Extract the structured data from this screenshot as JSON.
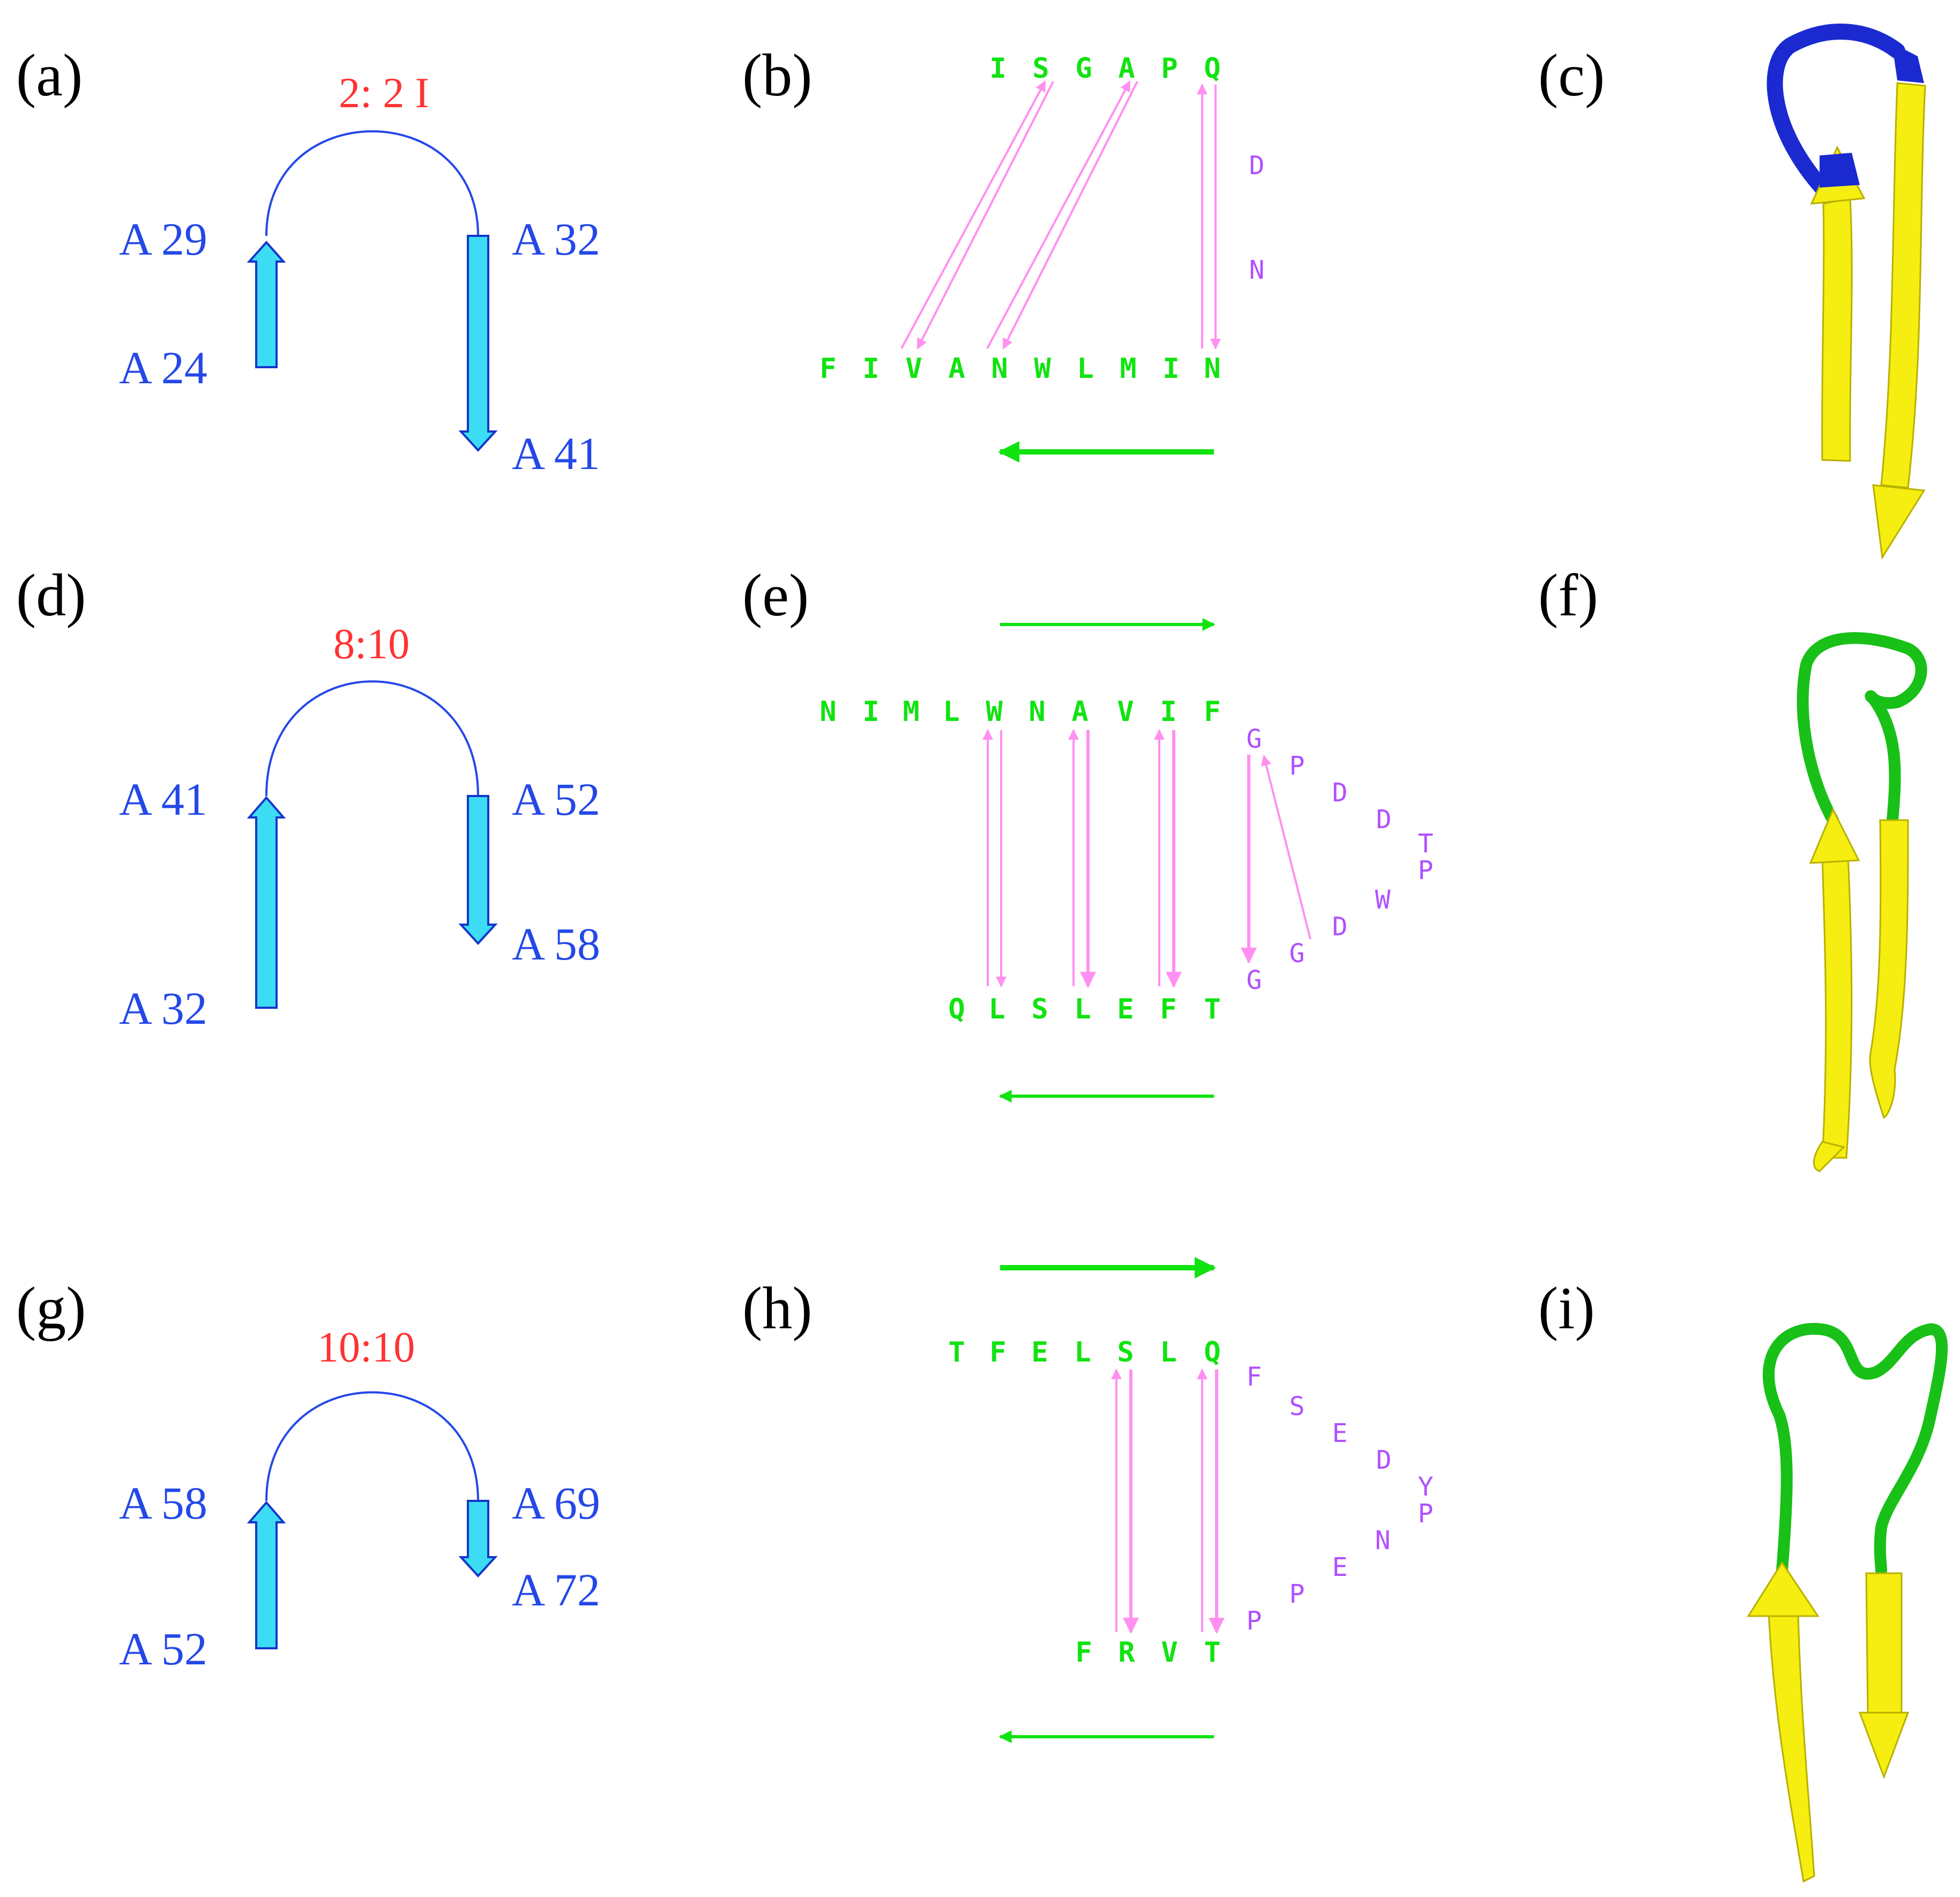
{
  "colors": {
    "strand": "#3cdcf5",
    "strand_stroke": "#1436c8",
    "arc": "#2448e8",
    "residue_label": "#2448e8",
    "ratio": "#ff3333",
    "sequence": "#11e311",
    "loop_residue": "#b050ff",
    "hbond": "#ff90f0",
    "direction_arrow": "#11e311",
    "ribbon": "#f5ee10",
    "turn_blue": "#1a2ad0",
    "turn_green": "#18c018"
  },
  "panels": [
    {
      "labels": {
        "topo": "(a)",
        "seq": "(b)",
        "cartoon": "(c)"
      },
      "topology": {
        "ratio": "2: 2  I",
        "left_top": "A 29",
        "left_bottom": "A 24",
        "right_top": "A 32",
        "right_bottom": "A 41"
      },
      "sequence": {
        "top": [
          "I",
          "S",
          "G",
          "A",
          "P",
          "Q"
        ],
        "bottom": [
          "F",
          "I",
          "V",
          "A",
          "N",
          "W",
          "L",
          "M",
          "I",
          "N"
        ],
        "loop": [
          "D",
          "N"
        ]
      },
      "cartoon": {
        "turn_color": "turn_blue"
      }
    },
    {
      "labels": {
        "topo": "(d)",
        "seq": "(e)",
        "cartoon": "(f)"
      },
      "topology": {
        "ratio": "8:10",
        "left_top": "A 41",
        "left_bottom": "A 32",
        "right_top": "A 52",
        "right_bottom": "A 58"
      },
      "sequence": {
        "top": [
          "N",
          "I",
          "M",
          "L",
          "W",
          "N",
          "A",
          "V",
          "I",
          "F"
        ],
        "bottom": [
          "Q",
          "L",
          "S",
          "L",
          "E",
          "F",
          "T"
        ],
        "loop": [
          "G",
          "P",
          "D",
          "D",
          "T",
          "P",
          "W",
          "D",
          "G",
          "G"
        ]
      },
      "cartoon": {
        "turn_color": "turn_green"
      }
    },
    {
      "labels": {
        "topo": "(g)",
        "seq": "(h)",
        "cartoon": "(i)"
      },
      "topology": {
        "ratio": "10:10",
        "left_top": "A 58",
        "left_bottom": "A 52",
        "right_top": "A 69",
        "right_bottom": "A 72"
      },
      "sequence": {
        "top": [
          "T",
          "F",
          "E",
          "L",
          "S",
          "L",
          "Q"
        ],
        "bottom": [
          "F",
          "R",
          "V",
          "T"
        ],
        "loop": [
          "F",
          "S",
          "E",
          "D",
          "Y",
          "P",
          "N",
          "E",
          "P",
          "P"
        ]
      },
      "cartoon": {
        "turn_color": "turn_green"
      }
    }
  ]
}
